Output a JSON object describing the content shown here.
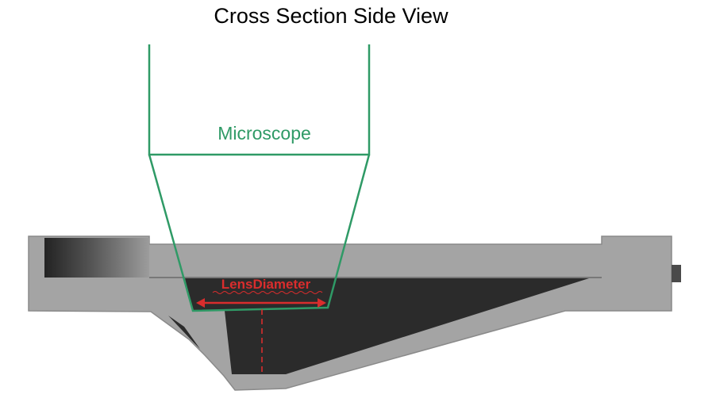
{
  "title": "Cross Section Side View",
  "labels": {
    "microscope": "Microscope",
    "lens_diameter": "LensDiameter"
  },
  "colors": {
    "microscope_outline": "#2f9a66",
    "lens_diameter": "#d92d2d",
    "body_gray": "#a4a4a4",
    "body_outline": "#8a8a8a",
    "cavity_dark": "#2b2b2b",
    "outline_dark": "#5e5e5e"
  },
  "icons": {
    "dimension_arrow": "double-arrow-icon",
    "spellcheck_underline": "wavy-underline-icon"
  }
}
